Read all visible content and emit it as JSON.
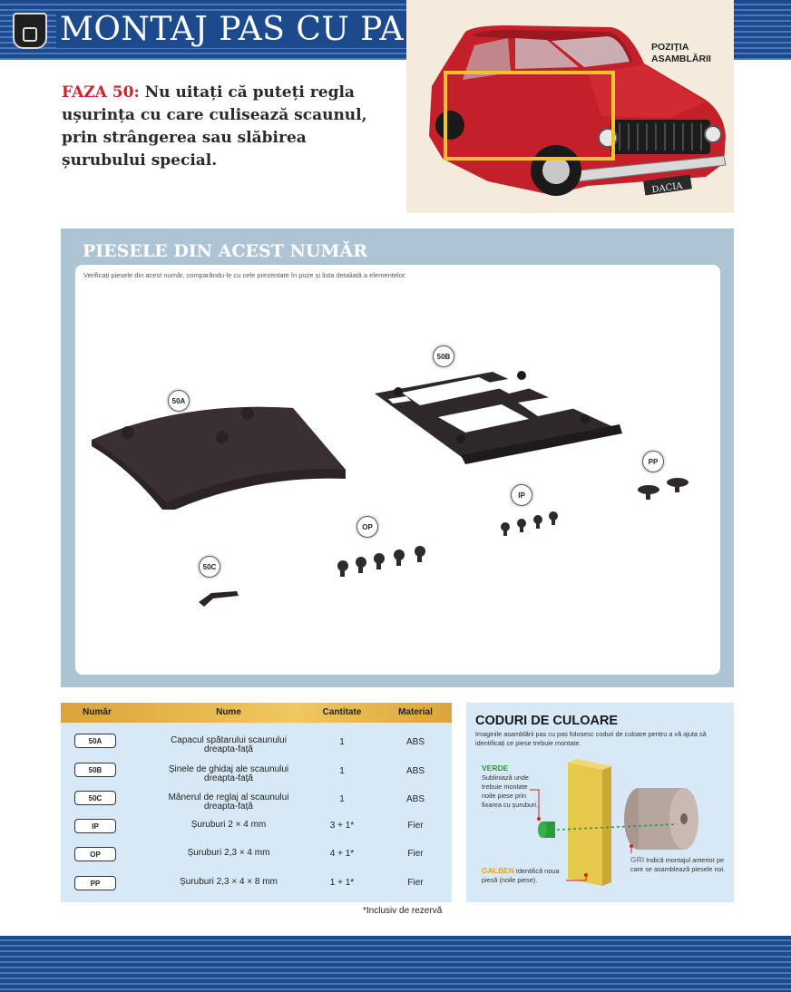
{
  "header": {
    "title": "MONTAJ PAS CU PAS"
  },
  "phase": {
    "label": "FAZA 50:",
    "text": " Nu uitați că puteți regla ușurința cu care culisează scaunul, prin strângerea sau slăbirea șurubului special."
  },
  "car_panel": {
    "position_label_line1": "POZIȚIA",
    "position_label_line2": "ASAMBLĂRII",
    "grille_text": "DACIA"
  },
  "parts_panel": {
    "title": "PIESELE DIN ACEST NUMĂR",
    "intro": "Verificați piesele din acest număr, comparându-le cu cele prezentate în poze și lista detaliată a elementelor.",
    "labels": [
      "50A",
      "50B",
      "50C",
      "OP",
      "IP",
      "PP"
    ]
  },
  "table": {
    "headers": [
      "Număr",
      "Nume",
      "Cantitate",
      "Material"
    ],
    "rows": [
      {
        "code": "50A",
        "name_line1": "Capacul spătarului scaunului",
        "name_line2": "dreapta-față",
        "qty": "1",
        "material": "ABS"
      },
      {
        "code": "50B",
        "name_line1": "Șinele de ghidaj ale scaunului",
        "name_line2": "dreapta-față",
        "qty": "1",
        "material": "ABS"
      },
      {
        "code": "50C",
        "name_line1": "Mânerul de reglaj al scaunului",
        "name_line2": "dreapta-față",
        "qty": "1",
        "material": "ABS"
      },
      {
        "code": "IP",
        "name_line1": "Șuruburi 2 × 4 mm",
        "name_line2": "",
        "qty": "3 + 1*",
        "material": "Fier"
      },
      {
        "code": "OP",
        "name_line1": "Șuruburi 2,3 × 4 mm",
        "name_line2": "",
        "qty": "4 + 1*",
        "material": "Fier"
      },
      {
        "code": "PP",
        "name_line1": "Șuruburi 2,3 × 4 × 8 mm",
        "name_line2": "",
        "qty": "1 + 1*",
        "material": "Fier"
      }
    ],
    "footnote": "*Inclusiv de rezervă"
  },
  "color_codes": {
    "title": "CODURI DE CULOARE",
    "description": "Imaginile asamblării pas cu pas folosesc coduri de culoare pentru a vă ajuta să identificați ce piese trebuie montate.",
    "green_keyword": "VERDE",
    "green_text": "Subliniază unde trebuie montate noile piese prin fixarea cu șuruburi.",
    "yellow_keyword": "GALBEN",
    "yellow_text": " Identifică noua piesă (noile piese).",
    "grey_keyword": "GRI",
    "grey_text": " Indică montajul anterior pe care se asamblează piesele noi.",
    "colors": {
      "green": "#2a9a3c",
      "yellow": "#e2a713",
      "grey": "#9a9a9a",
      "red": "#d3202a"
    }
  }
}
